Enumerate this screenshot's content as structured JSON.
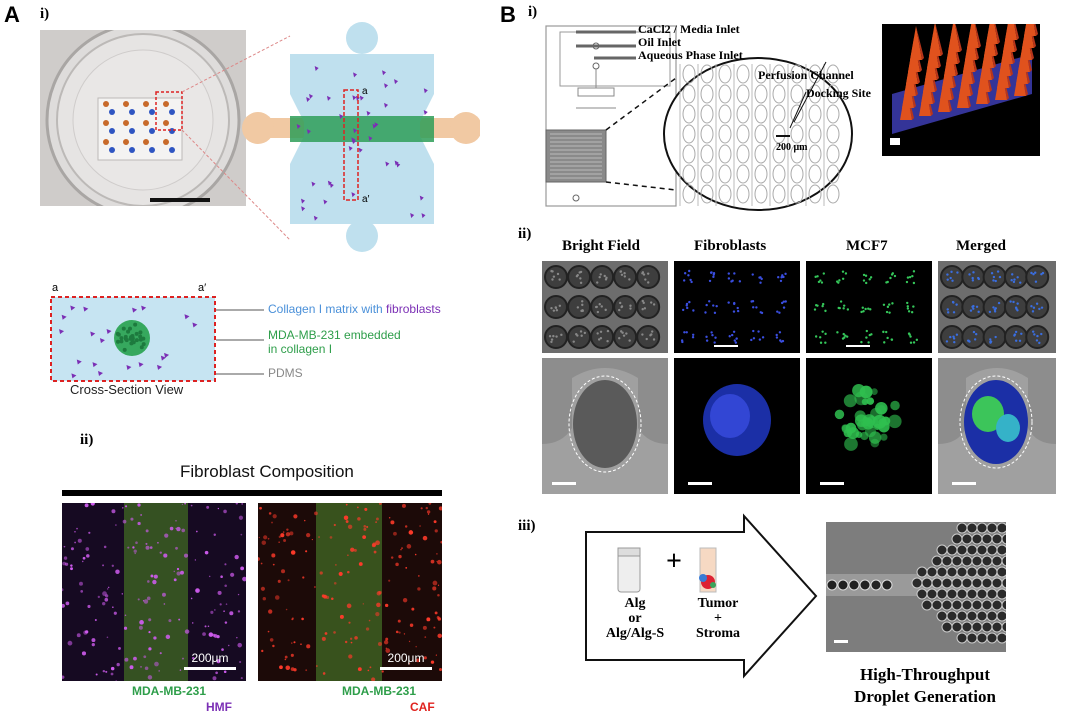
{
  "panelA": {
    "letter": "A",
    "part1": "i)",
    "part2": "ii)",
    "section": {
      "a": "a",
      "a_prime": "a′",
      "caption": "Cross-Section View",
      "label_matrix_prefix": "Collagen I matrix with ",
      "label_matrix_emph": "fibroblasts",
      "label_cells_line1": "MDA-MB-231 embedded",
      "label_cells_line2": "in collagen I",
      "label_pdms": "PDMS"
    },
    "chip": {
      "a": "a",
      "a_prime": "a′"
    },
    "composition": {
      "title": "Fibroblast Composition",
      "left_scale": "200μm",
      "right_scale": "200μm",
      "left_line1": "MDA-MB-231",
      "left_line2": "HMF",
      "right_line1": "MDA-MB-231",
      "right_line2": "CAF"
    },
    "colors": {
      "green": "#2e9e4a",
      "purple": "#7b2fb5",
      "red": "#e0231f",
      "blue": "#4a90d9",
      "gray": "#888888"
    }
  },
  "panelB": {
    "letter": "B",
    "part1": "i)",
    "part2": "ii)",
    "part3": "iii)",
    "device": {
      "inlet1": "CaCl2 / Media Inlet",
      "inlet2": "Oil Inlet",
      "inlet3": "Aqueous Phase Inlet",
      "perfusion": "Perfusion Channel",
      "docking": "Docking Site",
      "scale": "200 μm"
    },
    "columns": [
      "Bright Field",
      "Fibroblasts",
      "MCF7",
      "Merged"
    ],
    "flow": {
      "alg1": "Alg",
      "alg2": "or",
      "alg3": "Alg/Alg-S",
      "plus": "+",
      "tumor1": "Tumor",
      "tumor2": "+",
      "tumor3": "Stroma",
      "droplet1": "High-Throughput",
      "droplet2": "Droplet Generation"
    }
  }
}
